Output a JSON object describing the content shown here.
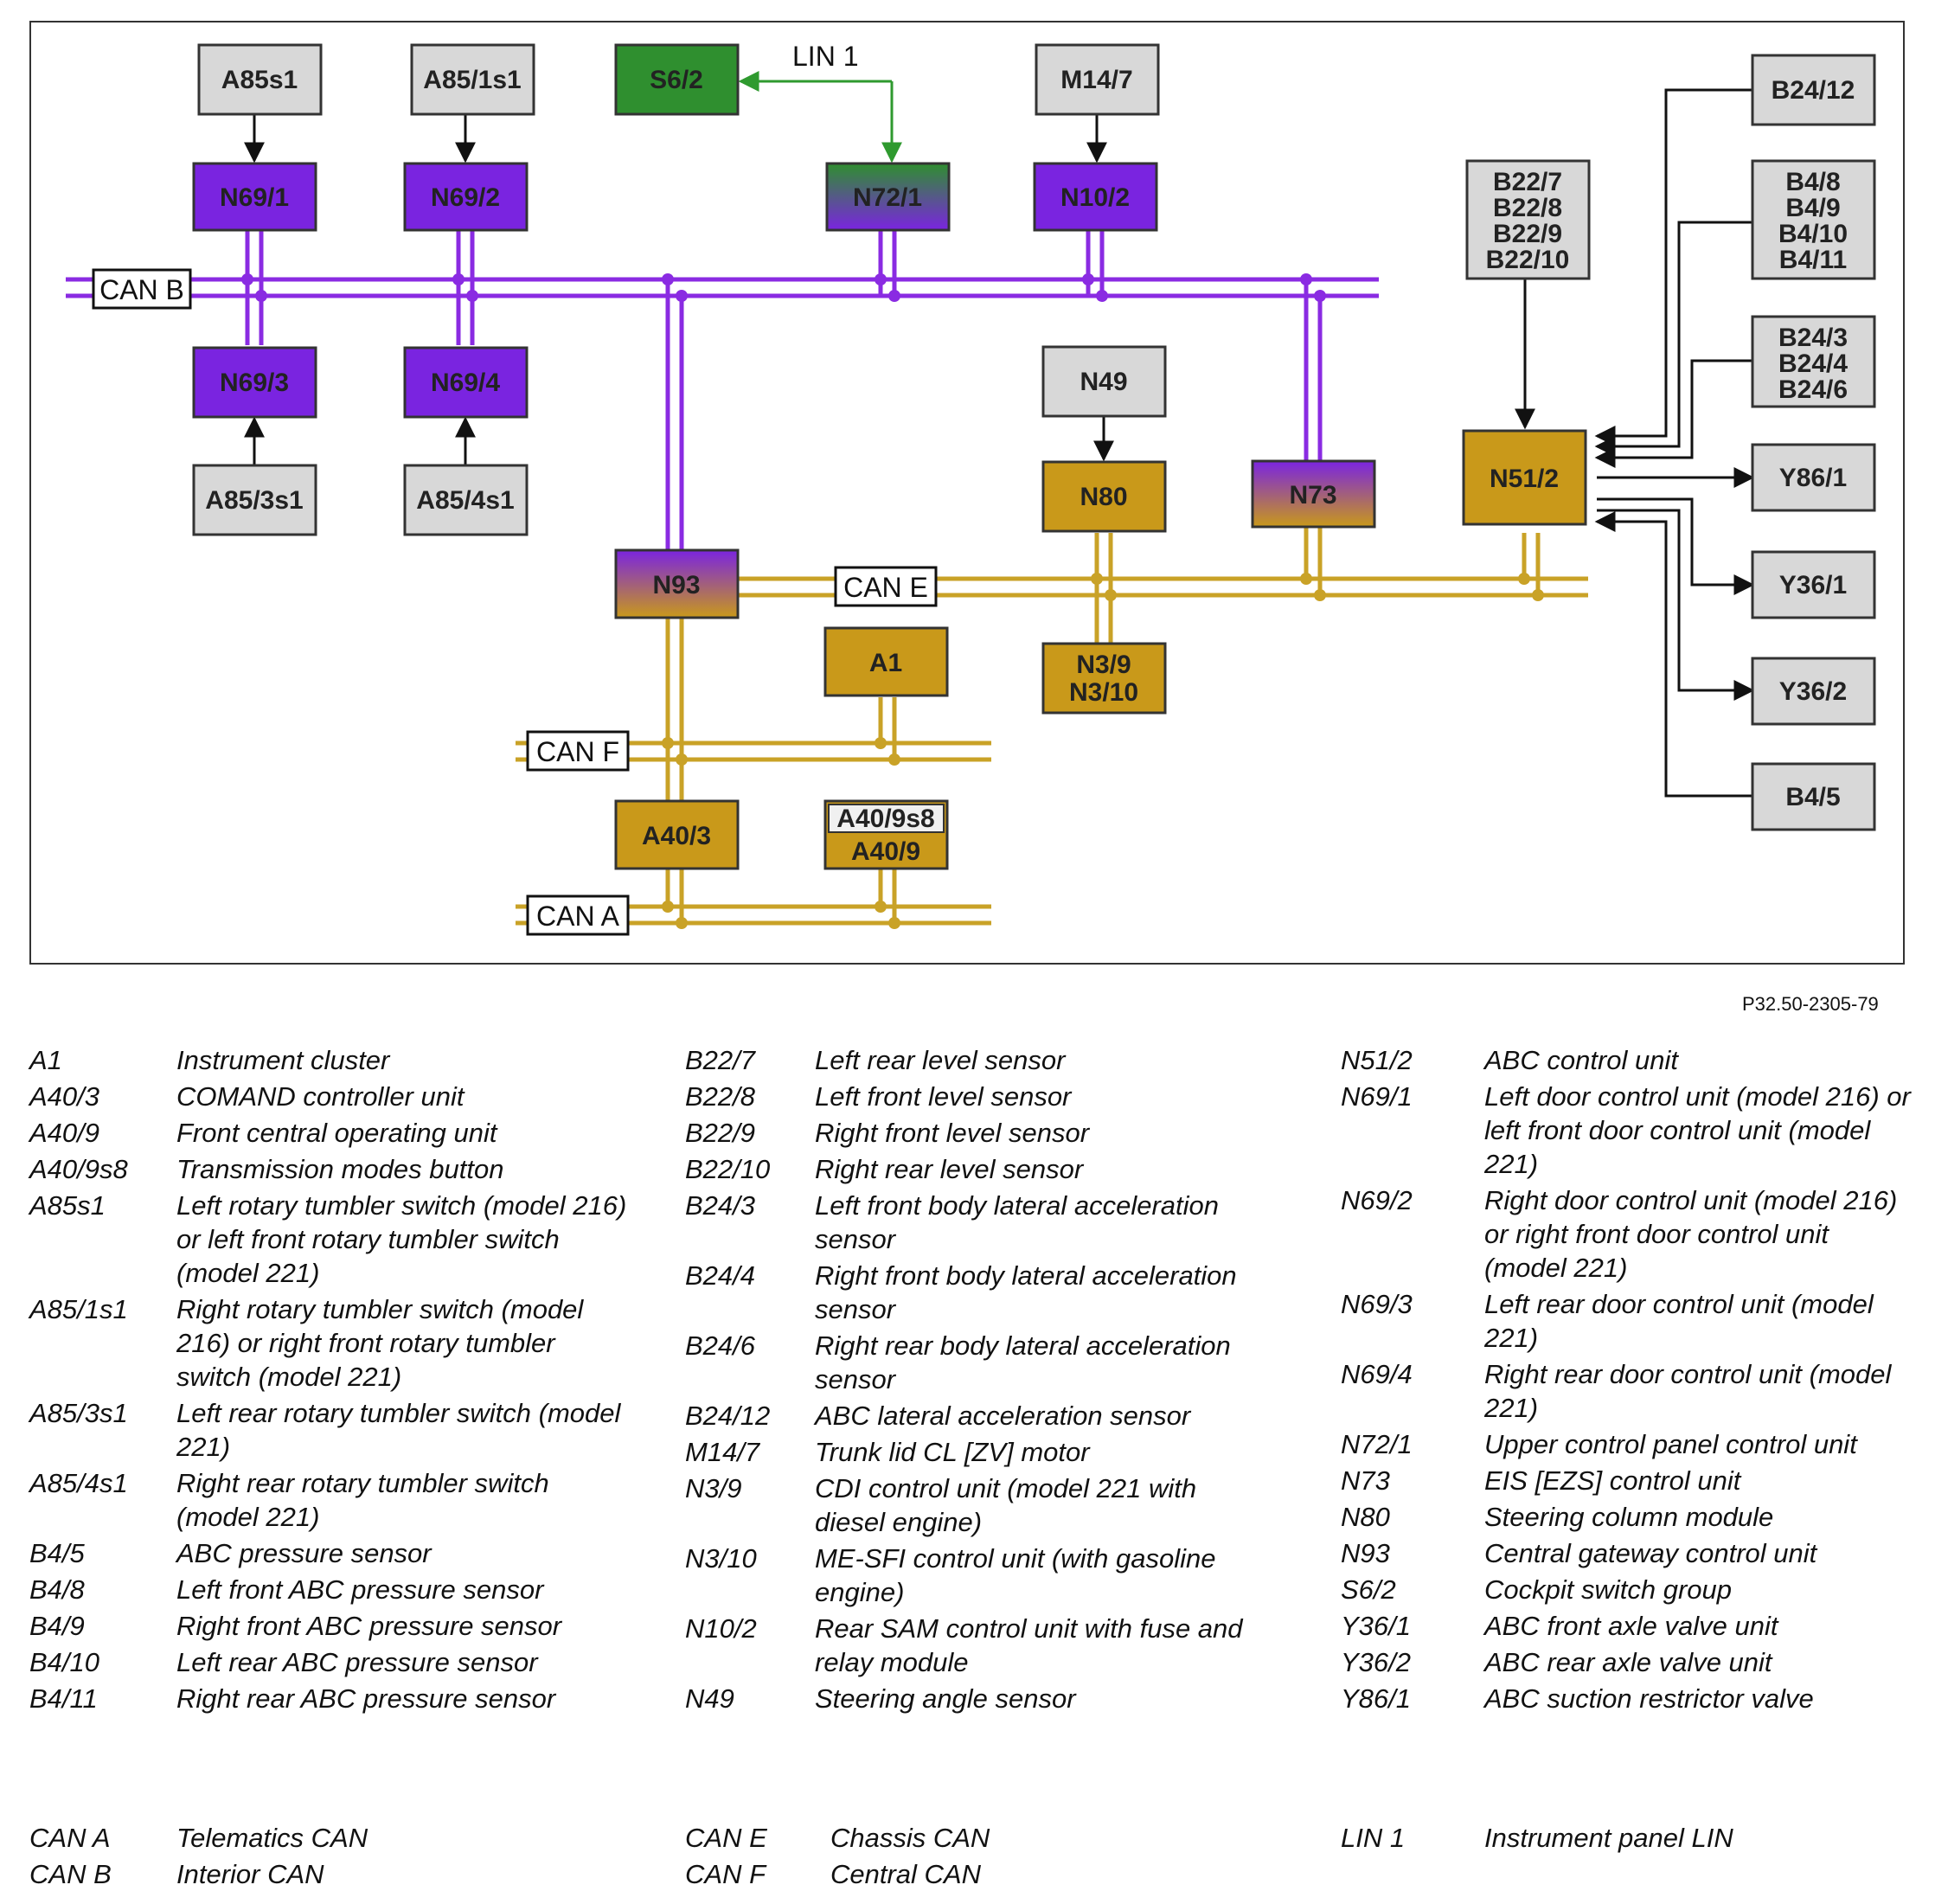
{
  "colors": {
    "can_b": "#8a2be2",
    "can_e": "#c9a227",
    "lin": "#2f9a2f",
    "box_gray": "#d8d8d8",
    "box_purple": "#7a24e0",
    "box_gold": "#c9991a",
    "box_green": "#2f8f2f"
  },
  "diagram": {
    "units": {
      "A85s1": "A85s1",
      "A85_1s1": "A85/1s1",
      "S6_2": "S6/2",
      "M14_7": "M14/7",
      "B24_12": "B24/12",
      "N69_1": "N69/1",
      "N69_2": "N69/2",
      "N72_1": "N72/1",
      "N10_2": "N10/2",
      "B22_group": [
        "B22/7",
        "B22/8",
        "B22/9",
        "B22/10"
      ],
      "B4_group": [
        "B4/8",
        "B4/9",
        "B4/10",
        "B4/11"
      ],
      "B24_group": [
        "B24/3",
        "B24/4",
        "B24/6"
      ],
      "N69_3": "N69/3",
      "N69_4": "N69/4",
      "N49": "N49",
      "A85_3s1": "A85/3s1",
      "A85_4s1": "A85/4s1",
      "N80": "N80",
      "N73": "N73",
      "N51_2": "N51/2",
      "Y86_1": "Y86/1",
      "N93": "N93",
      "Y36_1": "Y36/1",
      "A1": "A1",
      "N3_group": [
        "N3/9",
        "N3/10"
      ],
      "Y36_2": "Y36/2",
      "A40_3": "A40/3",
      "A40_9s8": "A40/9s8",
      "A40_9": "A40/9",
      "B4_5": "B4/5"
    },
    "bus_labels": {
      "lin1": "LIN 1",
      "can_b": "CAN B",
      "can_e": "CAN E",
      "can_f": "CAN F",
      "can_a": "CAN A"
    },
    "reference": "P32.50-2305-79"
  },
  "legend": {
    "col1": [
      {
        "code": "A1",
        "desc": "Instrument cluster"
      },
      {
        "code": "A40/3",
        "desc": "COMAND controller unit"
      },
      {
        "code": "A40/9",
        "desc": "Front central operating unit"
      },
      {
        "code": "A40/9s8",
        "desc": "Transmission modes button"
      },
      {
        "code": "A85s1",
        "desc": "Left rotary tumbler switch (model 216) or left front rotary tumbler switch (model 221)"
      },
      {
        "code": "A85/1s1",
        "desc": "Right rotary tumbler switch (model 216) or right front rotary tumbler switch (model 221)"
      },
      {
        "code": "A85/3s1",
        "desc": "Left rear rotary tumbler switch (model 221)"
      },
      {
        "code": "A85/4s1",
        "desc": "Right rear rotary tumbler switch (model 221)"
      },
      {
        "code": "B4/5",
        "desc": "ABC pressure sensor"
      },
      {
        "code": "B4/8",
        "desc": "Left front ABC pressure sensor"
      },
      {
        "code": "B4/9",
        "desc": "Right front ABC pressure sensor"
      },
      {
        "code": "B4/10",
        "desc": "Left rear ABC pressure sensor"
      },
      {
        "code": "B4/11",
        "desc": "Right rear ABC pressure sensor"
      }
    ],
    "col2": [
      {
        "code": "B22/7",
        "desc": "Left rear level sensor"
      },
      {
        "code": "B22/8",
        "desc": "Left front level sensor"
      },
      {
        "code": "B22/9",
        "desc": "Right front level sensor"
      },
      {
        "code": "B22/10",
        "desc": "Right rear level sensor"
      },
      {
        "code": "B24/3",
        "desc": "Left front body lateral acceleration sensor"
      },
      {
        "code": "B24/4",
        "desc": "Right front body lateral acceleration sensor"
      },
      {
        "code": "B24/6",
        "desc": "Right rear body lateral acceleration sensor"
      },
      {
        "code": "B24/12",
        "desc": "ABC lateral acceleration sensor"
      },
      {
        "code": "M14/7",
        "desc": "Trunk lid CL [ZV] motor"
      },
      {
        "code": "N3/9",
        "desc": "CDI control unit (model 221 with diesel engine)"
      },
      {
        "code": "N3/10",
        "desc": "ME-SFI control unit (with gasoline engine)"
      },
      {
        "code": "N10/2",
        "desc": "Rear SAM control unit with fuse and relay module"
      },
      {
        "code": "N49",
        "desc": "Steering angle sensor"
      }
    ],
    "col3": [
      {
        "code": "N51/2",
        "desc": "ABC control unit"
      },
      {
        "code": "N69/1",
        "desc": "Left door control unit (model 216) or left front door control unit (model 221)"
      },
      {
        "code": "N69/2",
        "desc": "Right door control unit (model 216) or right front door control unit (model 221)"
      },
      {
        "code": "N69/3",
        "desc": "Left rear door control unit (model 221)"
      },
      {
        "code": "N69/4",
        "desc": "Right rear door control unit (model 221)"
      },
      {
        "code": "N72/1",
        "desc": "Upper control panel control unit"
      },
      {
        "code": "N73",
        "desc": "EIS [EZS] control unit"
      },
      {
        "code": "N80",
        "desc": "Steering column module"
      },
      {
        "code": "N93",
        "desc": "Central gateway control unit"
      },
      {
        "code": "S6/2",
        "desc": "Cockpit switch group"
      },
      {
        "code": "Y36/1",
        "desc": "ABC front axle valve unit"
      },
      {
        "code": "Y36/2",
        "desc": "ABC rear axle valve unit"
      },
      {
        "code": "Y86/1",
        "desc": "ABC suction restrictor valve"
      }
    ]
  },
  "bus_legend": {
    "col1": [
      {
        "code": "CAN A",
        "desc": "Telematics CAN"
      },
      {
        "code": "CAN B",
        "desc": "Interior CAN"
      }
    ],
    "col2": [
      {
        "code": "CAN E",
        "desc": "Chassis CAN"
      },
      {
        "code": "CAN F",
        "desc": "Central CAN"
      }
    ],
    "col3": [
      {
        "code": "LIN 1",
        "desc": "Instrument panel LIN"
      }
    ]
  }
}
